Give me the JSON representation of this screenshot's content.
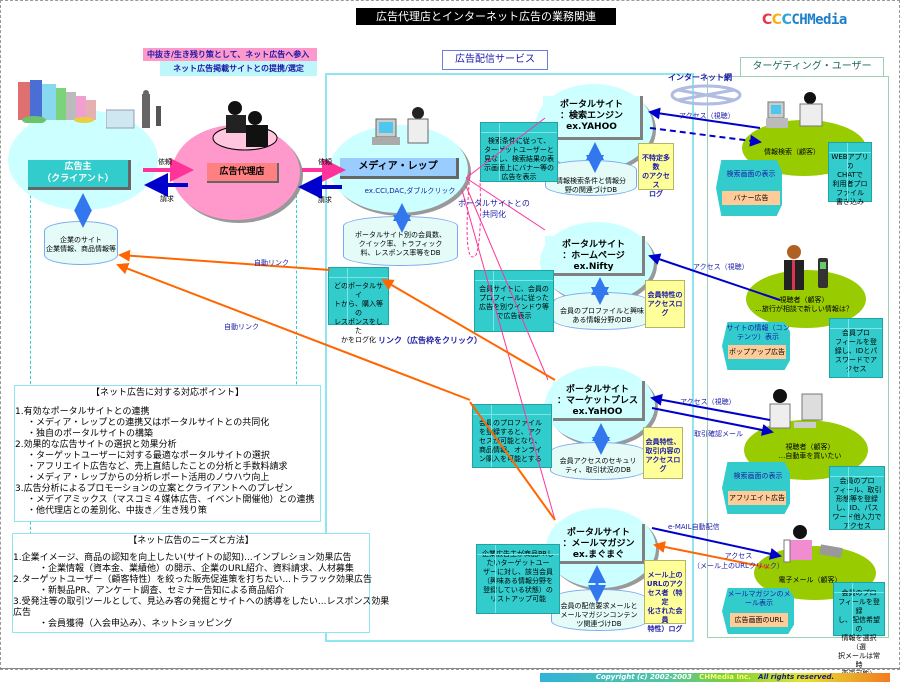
{
  "title": "広告代理店とインターネット広告の業務関連",
  "logo": {
    "mark": "CCC",
    "text": "CHMedia"
  },
  "banners": {
    "pink": "中抜き/生き残り策として、ネット広告へ参入",
    "cyan": "ネット広告掲載サイトとの提携/選定"
  },
  "sections": {
    "ad_service": "広告配信サービス",
    "targeting_user": "ターゲティング・ユーザー",
    "internet": "インターネット網"
  },
  "actors": {
    "client": {
      "line1": "広告主",
      "line2": "（クライアント）"
    },
    "agency": "広告代理店",
    "media_rep": {
      "label": "メディア・レップ",
      "example": "ex.CCI,DAC,ダブルクリック"
    }
  },
  "arrows": {
    "request": "依頼",
    "billing": "請求",
    "auto_link_1": "自動リンク",
    "auto_link_2": "自動リンク",
    "link_click": "リンク（広告枠をクリック）",
    "portal_share": [
      "ポータルサイトとの",
      "共同化"
    ],
    "access_1": "アクセス（視聴）",
    "access_2": "アクセス（視聴）",
    "access_3": "アクセス（視聴）",
    "trade_mail": "取引確認メール",
    "email_auto": "e-MAIL自動配信",
    "access_mail": [
      "アクセス",
      "（メール上のURLクリック）"
    ]
  },
  "databases": {
    "client_site": [
      "企業のサイト",
      "企業情報、商品情報等"
    ],
    "media_rep_db": [
      "ポータルサイト別の会員数、",
      "クイック率、トラフィック",
      "料、レスポンス率等をDB"
    ],
    "search_db": [
      "情報検索条件と情報分",
      "野の関連づけDB"
    ],
    "homepage_db": [
      "会員のプロファイルと興味",
      "ある情報分野のDB"
    ],
    "market_db": [
      "会員アクセスのセキュリ",
      "ティ、取引状況のDB"
    ],
    "mail_db": [
      "会員の配信要求メールと",
      "メールマガジンコンテン",
      "ツ関連づけDB"
    ]
  },
  "notes": {
    "media_log": [
      "どのポータルサイ",
      "トから、購入等の",
      "レスポンスをした",
      "かをログ化"
    ],
    "search": [
      "検索条件に従って、",
      "ターゲットユーザーと",
      "見なし、検索結果の表",
      "示画面上にバナー等の",
      "広告を表示"
    ],
    "homepage": [
      "会員サイトに、会員の",
      "プロフィールに従った",
      "広告を別ウインドウ等",
      "で広告表示"
    ],
    "market": [
      "会員のプロファイル",
      "を登録すると、アク",
      "セスが可能となり、",
      "商品情報、オンライ",
      "ン購入を可能とする"
    ],
    "mail": [
      "企業広告主が商品PRし",
      "たいターゲットユー",
      "ザーに対し、該当会員",
      "（興味ある情報分野を",
      "登録している状態）の",
      "リストアップ可能"
    ]
  },
  "portals": [
    {
      "line1": "ポータルサイト",
      "line2": "：検索エンジン",
      "line3": "ex.YAHOO"
    },
    {
      "line1": "ポータルサイト",
      "line2": "：ホームページ",
      "line3": "ex.Nifty"
    },
    {
      "line1": "ポータルサイト",
      "line2": "：マーケットプレス",
      "line3": "ex.YaHOO"
    },
    {
      "line1": "ポータルサイト",
      "line2": "：メールマガジン",
      "line3": "ex.まぐまぐ"
    }
  ],
  "logs": [
    [
      "不特定多数",
      "のアクセス",
      "ログ"
    ],
    [
      "会員特性の",
      "アクセスロ",
      "グ"
    ],
    [
      "会員特性、",
      "取引内容の",
      "アクセスロ",
      "グ"
    ],
    [
      "メール上の",
      "URLのアク",
      "セス者（特定",
      "化された会員",
      "特性）ログ"
    ]
  ],
  "users": [
    {
      "caption": [
        "情報検索（顧客）"
      ],
      "screen_top": "検索画面の表示",
      "screen_bottom": "バナー広告",
      "note": [
        "WEBアプリの",
        "CHATで",
        "利用者プロ",
        "ファイル",
        "書き込み"
      ]
    },
    {
      "caption": [
        "視聴者（顧客）",
        "...旅行が相談で新しい情報は？"
      ],
      "screen_top": "サイトの情報（コンテンツ）表示",
      "screen_bottom": "ポップアップ広告",
      "note": [
        "会員プロ",
        "フィールを登",
        "録し、IDとパ",
        "スワードでア",
        "クセス"
      ]
    },
    {
      "caption": [
        "視聴者（顧客）",
        "...自動車を買いたい"
      ],
      "screen_top": "検索画面の表示",
      "screen_bottom": "アフリエイト広告",
      "note": [
        "会員のプロ",
        "フィール、取引",
        "形態等を登録",
        "し、ID、パス",
        "ワード他入力で",
        "アクセス"
      ]
    },
    {
      "caption": [
        "電子メール（顧客）"
      ],
      "screen_top": "メールマガジンのメール表示",
      "screen_bottom": "広告画面のURL",
      "note": [
        "会員のプロ",
        "フィールを登録",
        "し、配信希望の",
        "情報を選択（選",
        "択メールは常時",
        "変更可能）"
      ]
    }
  ],
  "points": {
    "heading": "【ネット広告に対する対応ポイント】",
    "lines": [
      {
        "level": 0,
        "text": "1.有効なポータルサイトとの連携"
      },
      {
        "level": 1,
        "text": "・メディア・レップとの連携又はポータルサイトとの共同化"
      },
      {
        "level": 1,
        "text": "・独自のポータルサイトの構築"
      },
      {
        "level": 0,
        "text": "2.効果的な広告サイトの選択と効果分析"
      },
      {
        "level": 1,
        "text": "・ターゲットユーザーに対する最適なポータルサイトの選択"
      },
      {
        "level": 1,
        "text": "・アフリエイト広告など、売上直結したことの分析と手数料請求"
      },
      {
        "level": 1,
        "text": "・メディア・レップからの分析レポート活用のノウハウ向上"
      },
      {
        "level": 0,
        "text": "3.広告分析によるプロモーションの立案とクライアントへのプレゼン"
      },
      {
        "level": 1,
        "text": "・メデイアミックス（マスコミ４媒体広告、イベント開催他）との連携"
      },
      {
        "level": 1,
        "text": "・他代理店との差別化、中抜き／生き残り策"
      }
    ]
  },
  "needs": {
    "heading": "【ネット広告のニーズと方法】",
    "lines": [
      {
        "level": 0,
        "text": "1.企業イメージ、商品の認知を向上したい(サイトの認知)...インプレション効果広告"
      },
      {
        "level": 2,
        "text": "・企業情報（資本金、業績他）の開示、企業のURL紹介、資料請求、人材募集"
      },
      {
        "level": 0,
        "text": "2.ターゲットユーザー（顧客特性）を絞った販売促進策を打ちたい...トラフック効果広告"
      },
      {
        "level": 2,
        "text": "・新製品PR、アンケート調査、セミナー告知による商品紹介"
      },
      {
        "level": 0,
        "text": "3.受発注等の取引ツールとして、見込み客の発掘とサイトへの誘導をしたい...レスポンス効果"
      },
      {
        "level": 0,
        "text": "広告"
      },
      {
        "level": 2,
        "text": "・会員獲得（入会申込み）、ネットショッピング"
      }
    ]
  },
  "footer": {
    "copyright": "Copyright (c) 2002-2003",
    "company": "CHMedia Inc.",
    "rights": "All rights reserved."
  },
  "colors": {
    "pink_arrow": "#ff3399",
    "blue_arrow": "#0000cc",
    "orange_link": "#ff6600",
    "light_blue_double_arrow": "#3377ee",
    "client_oval": "#ccffff",
    "agency_oval": "#ff99cc",
    "user_oval": "#99cc00",
    "teal_note": "#33cccc"
  }
}
